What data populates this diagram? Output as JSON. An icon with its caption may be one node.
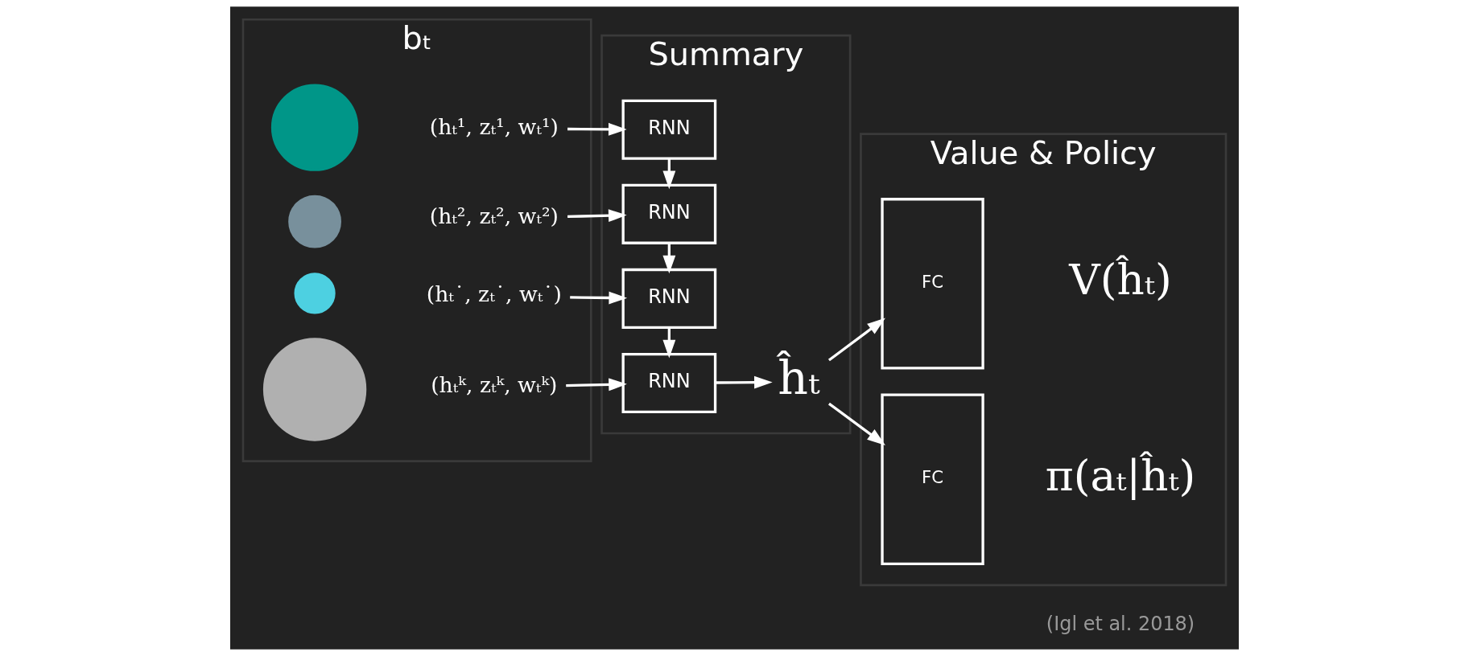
{
  "diagram": {
    "nodes": [
      {
        "text": [
          "bₜ"
        ]
      },
      {
        "text": [],
        "shape": "circle",
        "in": 0
      },
      {
        "text": [
          "(hₜ¹, zₜ¹, wₜ¹)"
        ],
        "in": 0
      },
      {
        "text": [],
        "shape": "circle",
        "in": 0
      },
      {
        "text": [
          "(hₜ², zₜ², wₜ²)"
        ],
        "in": 0
      },
      {
        "text": [],
        "shape": "circle",
        "in": 0
      },
      {
        "text": [
          "(hₜ˙, zₜ˙, wₜ˙)"
        ],
        "in": 0
      },
      {
        "text": [],
        "shape": "circle",
        "in": 0
      },
      {
        "text": [
          "(hₜᵏ, zₜᵏ, wₜᵏ)"
        ],
        "in": 0
      },
      {
        "text": [
          "Summary"
        ]
      },
      {
        "text": [
          "RNN"
        ],
        "in": 9
      },
      {
        "text": [
          "RNN"
        ],
        "in": 9
      },
      {
        "text": [
          "RNN"
        ],
        "in": 9
      },
      {
        "text": [
          "RNN"
        ],
        "in": 9
      },
      {
        "text": [
          "ĥₜ"
        ],
        "in": 9
      },
      {
        "text": [
          "Value & Policy"
        ]
      },
      {
        "text": [
          "FC"
        ],
        "in": 15,
        "beside": [
          "V(ĥₜ)"
        ]
      },
      {
        "text": [
          "FC"
        ],
        "in": 15,
        "beside": [
          "π(aₜ|ĥₜ)"
        ]
      }
    ],
    "edges": [
      {
        "from": 2,
        "to": 10,
        "arrow": "to"
      },
      {
        "from": 4,
        "to": 11,
        "arrow": "to"
      },
      {
        "from": 6,
        "to": 12,
        "arrow": "to"
      },
      {
        "from": 8,
        "to": 13,
        "arrow": "to"
      },
      {
        "from": 10,
        "to": 11,
        "arrow": "to"
      },
      {
        "from": 11,
        "to": 12,
        "arrow": "to"
      },
      {
        "from": 12,
        "to": 13,
        "arrow": "to"
      },
      {
        "from": 13,
        "to": 14,
        "arrow": "to"
      },
      {
        "from": 14,
        "to": 16,
        "arrow": "to"
      },
      {
        "from": 14,
        "to": 17,
        "arrow": "to"
      }
    ],
    "labels": [
      "(Igl et al. 2018)"
    ]
  }
}
